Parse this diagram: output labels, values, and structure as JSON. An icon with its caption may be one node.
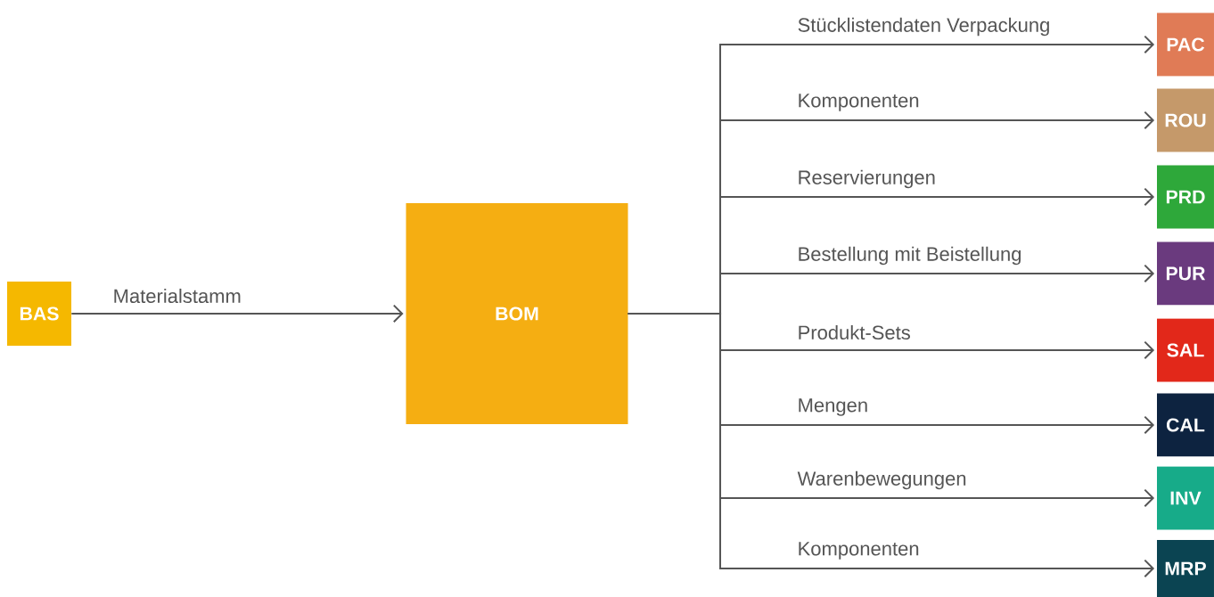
{
  "diagram": {
    "nodes": [
      {
        "text": [
          "BAS"
        ]
      },
      {
        "text": [
          "BOM"
        ]
      },
      {
        "text": [
          "PAC"
        ]
      },
      {
        "text": [
          "ROU"
        ]
      },
      {
        "text": [
          "PRD"
        ]
      },
      {
        "text": [
          "PUR"
        ]
      },
      {
        "text": [
          "SAL"
        ]
      },
      {
        "text": [
          "CAL"
        ]
      },
      {
        "text": [
          "INV"
        ]
      },
      {
        "text": [
          "MRP"
        ]
      }
    ],
    "edges": [
      {
        "from": 0,
        "to": 1,
        "arrow": "to",
        "label": "Materialstamm"
      },
      {
        "from": 1,
        "to": 2,
        "arrow": "to",
        "label": "Stücklistendaten Verpackung"
      },
      {
        "from": 1,
        "to": 3,
        "arrow": "to",
        "label": "Komponenten"
      },
      {
        "from": 1,
        "to": 4,
        "arrow": "to",
        "label": "Reservierungen"
      },
      {
        "from": 1,
        "to": 5,
        "arrow": "to",
        "label": "Bestellung mit Beistellung"
      },
      {
        "from": 1,
        "to": 6,
        "arrow": "to",
        "label": "Produkt-Sets"
      },
      {
        "from": 1,
        "to": 7,
        "arrow": "to",
        "label": "Mengen"
      },
      {
        "from": 1,
        "to": 8,
        "arrow": "to",
        "label": "Warenbewegungen"
      },
      {
        "from": 1,
        "to": 9,
        "arrow": "to",
        "label": "Komponenten"
      }
    ]
  }
}
